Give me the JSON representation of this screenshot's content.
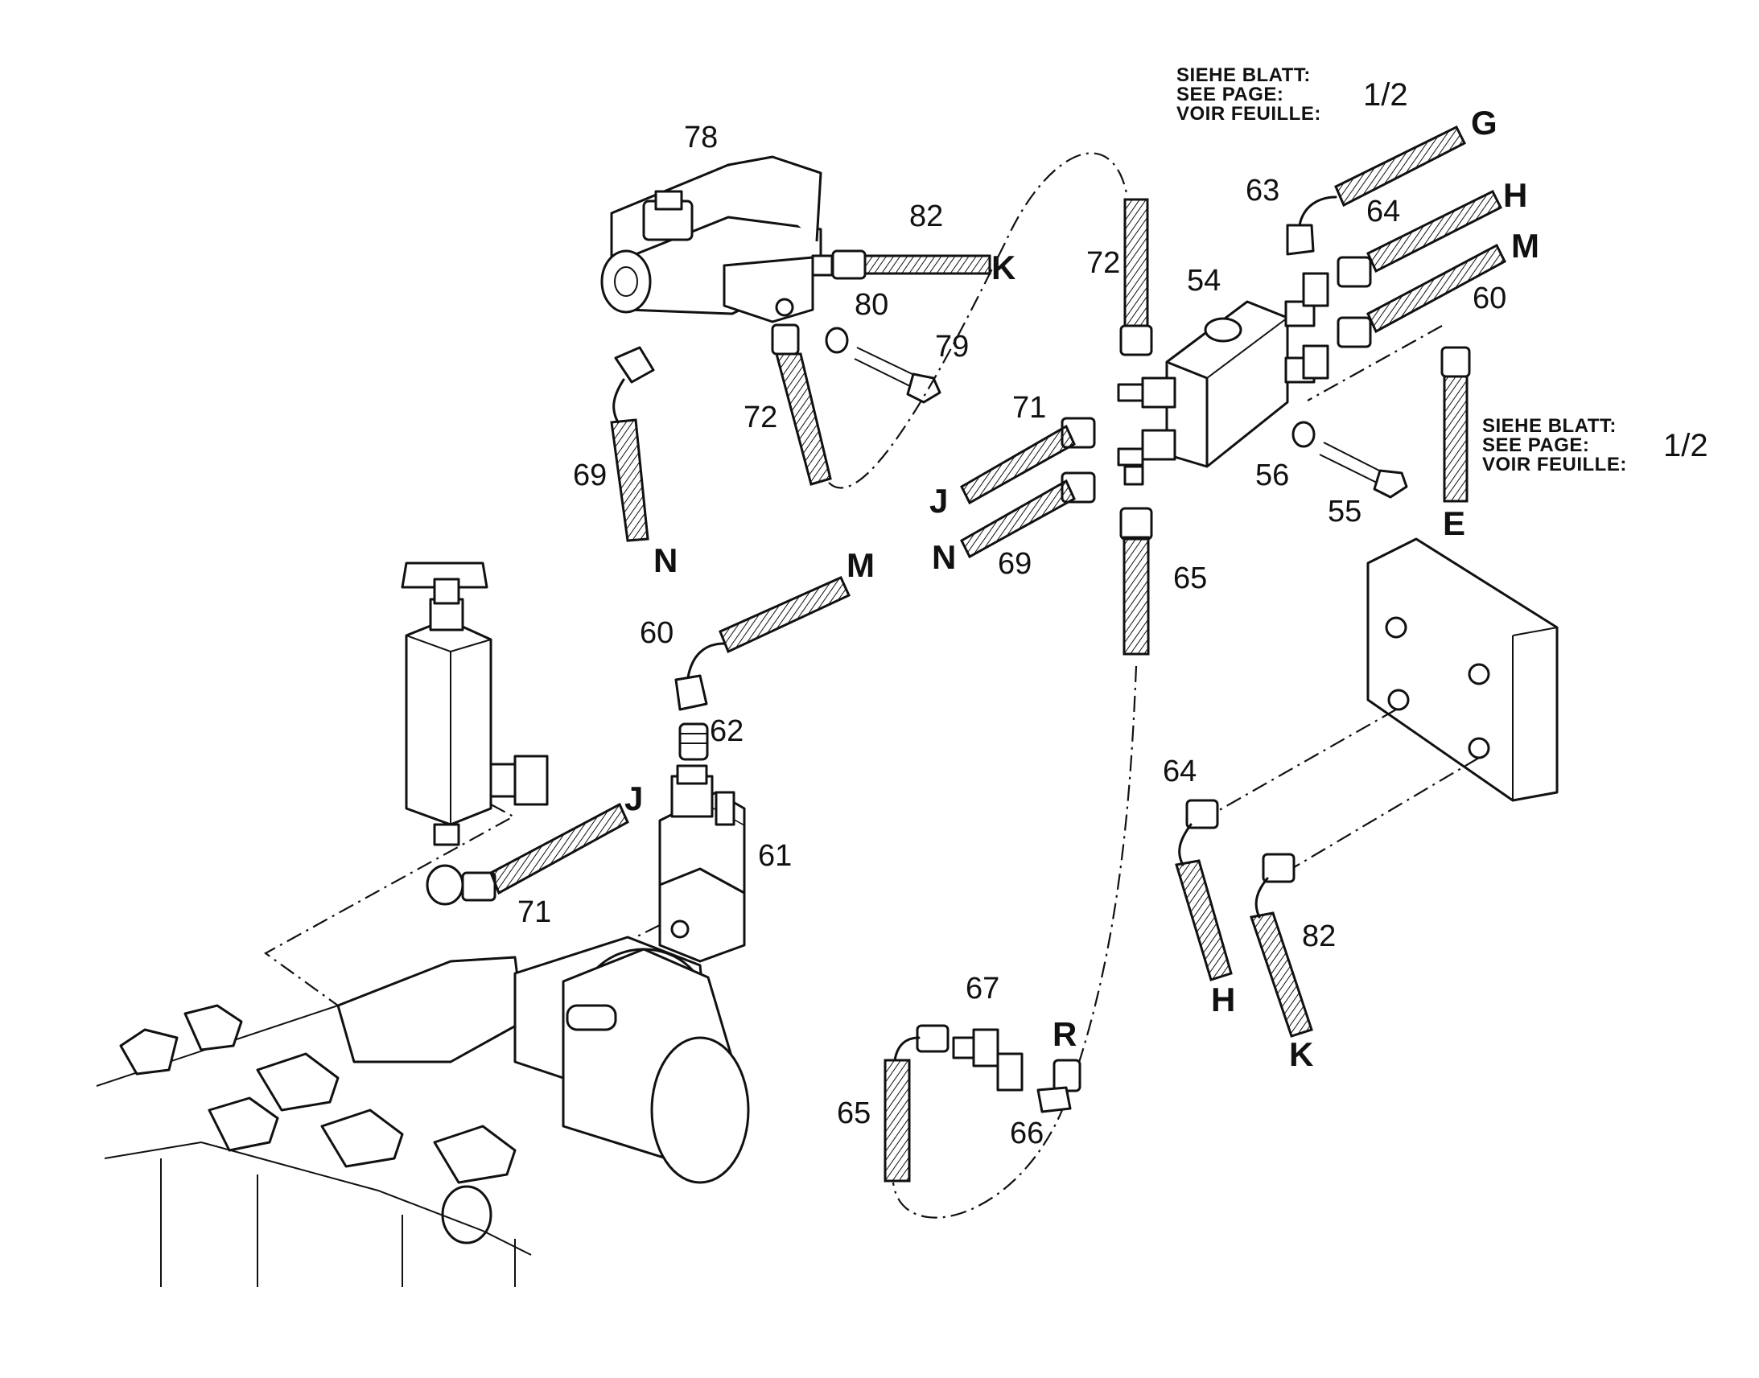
{
  "part_labels": [
    "78",
    "82",
    "80",
    "79",
    "72",
    "69",
    "71",
    "69",
    "72",
    "54",
    "63",
    "64",
    "60",
    "56",
    "55",
    "65",
    "60",
    "62",
    "61",
    "71",
    "64",
    "82",
    "67",
    "65",
    "66"
  ],
  "connection_labels": [
    "G",
    "H",
    "M",
    "K",
    "J",
    "N",
    "N",
    "E",
    "M",
    "J",
    "H",
    "K",
    "R"
  ],
  "references": [
    {
      "lines": [
        "SIEHE BLATT:",
        "SEE PAGE:",
        "VOIR FEUILLE:"
      ],
      "page": "1/2"
    },
    {
      "lines": [
        "SIEHE BLATT:",
        "SEE PAGE:",
        "VOIR FEUILLE:"
      ],
      "page": "1/2"
    }
  ]
}
